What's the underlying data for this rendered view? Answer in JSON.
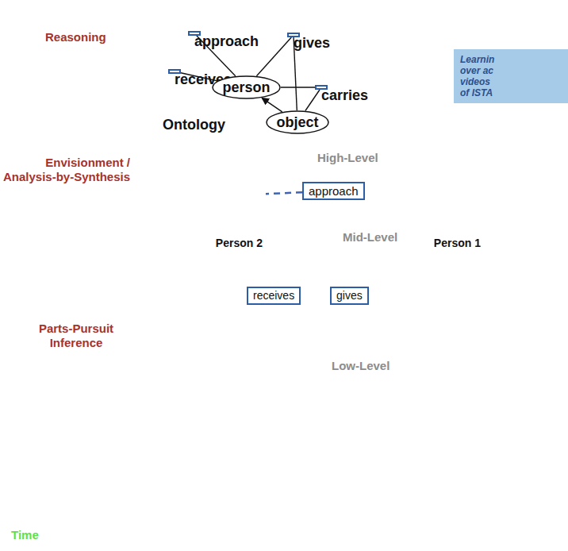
{
  "diagram": {
    "nodes": [
      {
        "text": [
          "Ontology"
        ]
      },
      {
        "text": [
          "approach"
        ],
        "in": 0
      },
      {
        "text": [
          "gives"
        ],
        "in": 0
      },
      {
        "text": [
          "receives"
        ],
        "in": 0
      },
      {
        "text": [
          "person"
        ],
        "in": 0
      },
      {
        "text": [
          "carries"
        ],
        "in": 0
      },
      {
        "text": [
          "object"
        ],
        "in": 0
      },
      {
        "text": [
          "Learnin over ac videos of ISTA"
        ]
      },
      {
        "text": [
          "Person 2"
        ]
      },
      {
        "text": [
          "approach"
        ]
      },
      {
        "text": [
          "Person 1"
        ]
      },
      {
        "text": [
          "receives"
        ]
      },
      {
        "text": [
          "gives"
        ]
      }
    ],
    "edges": [
      {
        "from": 4,
        "to": 1,
        "arrow": "none"
      },
      {
        "from": 4,
        "to": 2,
        "arrow": "none"
      },
      {
        "from": 4,
        "to": 3,
        "arrow": "none"
      },
      {
        "from": 4,
        "to": 5,
        "arrow": "none"
      },
      {
        "from": 6,
        "to": 5,
        "arrow": "none"
      },
      {
        "from": 6,
        "to": 2,
        "arrow": "none"
      },
      {
        "from": 6,
        "to": 4,
        "arrow": "to"
      },
      {
        "from": 9,
        "to": 8,
        "arrow": "none"
      },
      {
        "from": 9,
        "to": 10,
        "arrow": "none"
      }
    ],
    "labels": [
      "Reasoning",
      "Envisionment / Analysis-by-Synthesis",
      "Parts-Pursuit Inference",
      "High-Level",
      "Mid-Level",
      "Low-Level",
      "Time"
    ]
  }
}
